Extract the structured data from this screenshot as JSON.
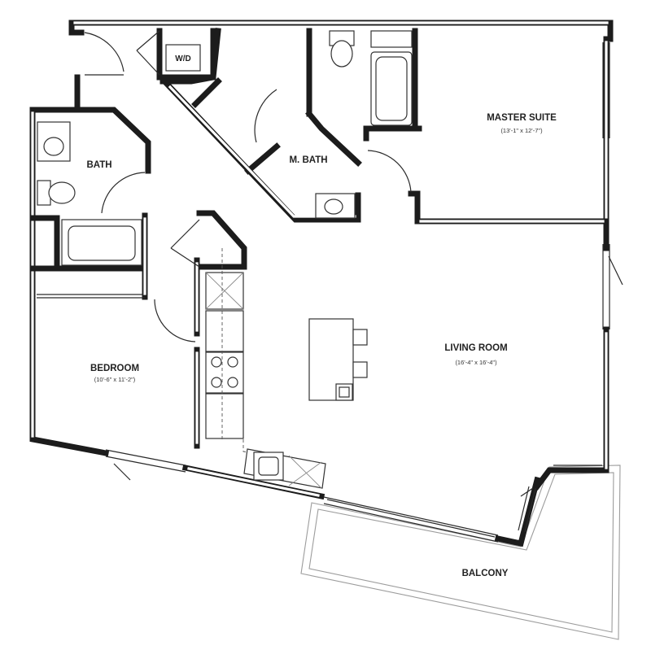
{
  "rooms": {
    "master_suite": {
      "name": "MASTER SUITE",
      "dimensions": "(13'-1\" x 12'-7\")"
    },
    "m_bath": {
      "name": "M. BATH"
    },
    "bath": {
      "name": "BATH"
    },
    "bedroom": {
      "name": "BEDROOM",
      "dimensions": "(10'-6\" x 11'-2\")"
    },
    "living_room": {
      "name": "LIVING ROOM",
      "dimensions": "(16'-4\" x 16'-4\")"
    },
    "balcony": {
      "name": "BALCONY"
    },
    "laundry": {
      "name": "W/D"
    }
  }
}
